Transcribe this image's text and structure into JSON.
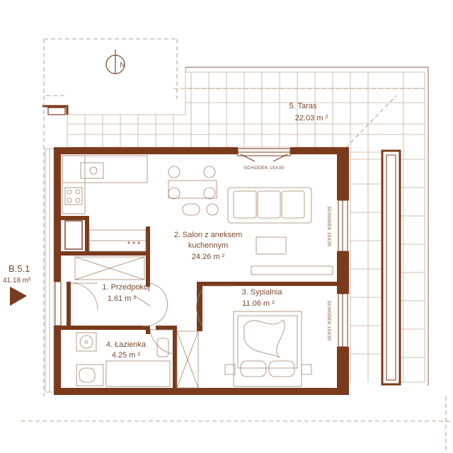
{
  "unit": {
    "code": "B.5.1",
    "area": "41.18 m²"
  },
  "compass": {
    "letter": "N"
  },
  "rooms": [
    {
      "number": "1.",
      "name": "Przedpokój",
      "area": "1.61 m ²"
    },
    {
      "number": "2.",
      "name_line1": "Salon z aneksem",
      "name_line2": "kuchennym",
      "area": "24.26 m ²"
    },
    {
      "number": "3.",
      "name": "Sypialnia",
      "area": "11.06 m ²"
    },
    {
      "number": "4.",
      "name": "Łazienka",
      "area": "4.25 m ²"
    },
    {
      "number": "5.",
      "name": "Taras",
      "area": "22.03 m ²"
    }
  ],
  "labels": {
    "room1_title": "1. Przedpokój",
    "room2_title_line1": "2. Salon z aneksem",
    "room2_title_line2": "kuchennym",
    "room3_title": "3. Sypialnia",
    "room4_title": "4. Łazienka",
    "room5_title": "5. Taras",
    "window_top": "SCHODEK 15X35",
    "window_right1": "SCHODEK 15X35",
    "window_right2": "SCHODEK 15X35"
  },
  "colors": {
    "wall": "#7a3a1c",
    "line": "#a9826a",
    "tile": "#c8ad9a",
    "accent": "#7a3a1c"
  }
}
